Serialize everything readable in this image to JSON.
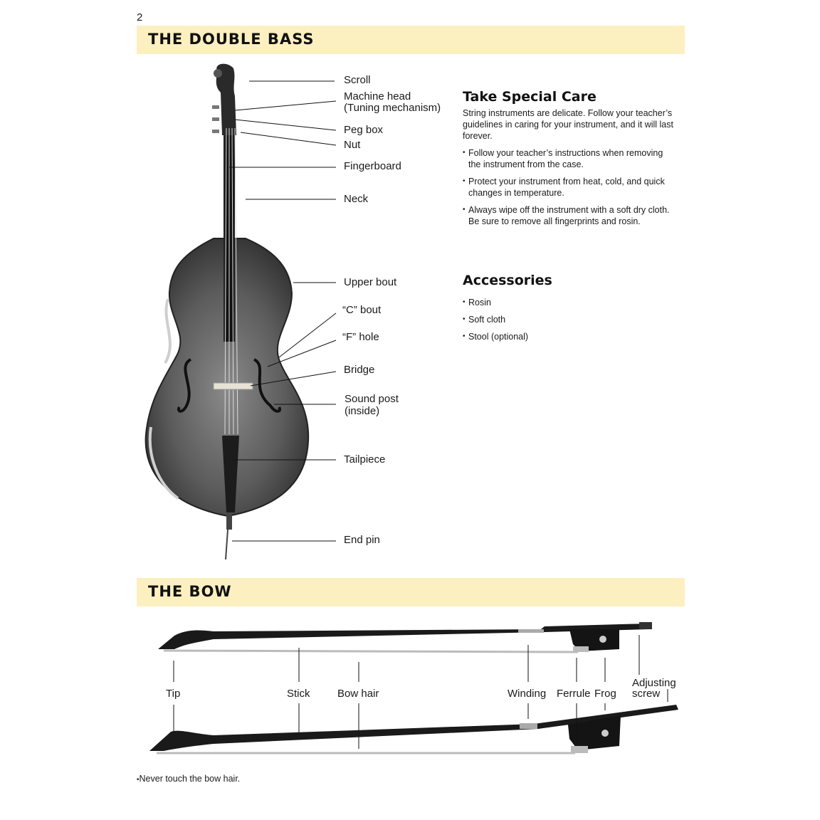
{
  "page": {
    "number": "2",
    "footer_note": "Never touch the bow hair."
  },
  "sections": {
    "bass_title": "THE DOUBLE BASS",
    "bow_title": "THE BOW"
  },
  "bass_labels": {
    "scroll": "Scroll",
    "machine_head_1": "Machine head",
    "machine_head_2": "(Tuning mechanism)",
    "peg_box": "Peg box",
    "nut": "Nut",
    "fingerboard": "Fingerboard",
    "neck": "Neck",
    "upper_bout": "Upper bout",
    "c_bout": "“C” bout",
    "f_hole": "“F” hole",
    "bridge": "Bridge",
    "sound_post_1": "Sound post",
    "sound_post_2": "(inside)",
    "tailpiece": "Tailpiece",
    "end_pin": "End pin"
  },
  "care": {
    "title": "Take Special Care",
    "intro": "String instruments are delicate.  Follow your teacher’s guidelines in caring for your instrument,  and it will last forever.",
    "bullets": [
      "Follow your teacher’s instructions when removing the instrument from the case.",
      "Protect your instrument from heat, cold, and quick changes in temperature.",
      "Always wipe off the instrument with a soft dry cloth.  Be sure to remove all fingerprints and rosin."
    ]
  },
  "accessories": {
    "title": "Accessories",
    "items": [
      "Rosin",
      "Soft cloth",
      "Stool (optional)"
    ]
  },
  "bow_labels": {
    "tip": "Tip",
    "stick": "Stick",
    "bow_hair": "Bow hair",
    "winding": "Winding",
    "ferrule": "Ferrule",
    "frog": "Frog",
    "adjusting_1": "Adjusting",
    "adjusting_2": "screw"
  }
}
